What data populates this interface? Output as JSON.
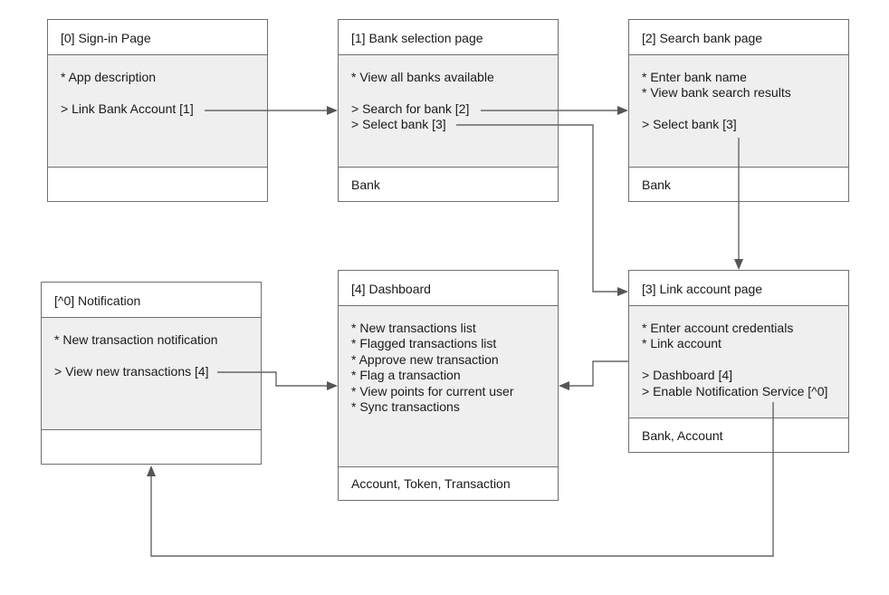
{
  "nodes": {
    "signin": {
      "title": "[0] Sign-in Page",
      "lines": [
        "* App description",
        "",
        "> Link Bank Account [1]"
      ],
      "footer": ""
    },
    "bank_selection": {
      "title": "[1] Bank selection page",
      "lines": [
        "* View all banks available",
        "",
        "> Search for bank [2]",
        "> Select bank [3]"
      ],
      "footer": "Bank"
    },
    "search_bank": {
      "title": "[2] Search bank page",
      "lines": [
        "* Enter bank name",
        "* View bank search results",
        "",
        "> Select bank [3]"
      ],
      "footer": "Bank"
    },
    "notification": {
      "title": "[^0] Notification",
      "lines": [
        "* New transaction notification",
        "",
        "> View new transactions [4]"
      ],
      "footer": ""
    },
    "dashboard": {
      "title": "[4] Dashboard",
      "lines": [
        "* New transactions list",
        "* Flagged transactions list",
        "* Approve new transaction",
        "* Flag a transaction",
        "* View points for current user",
        "* Sync transactions"
      ],
      "footer": "Account, Token, Transaction"
    },
    "link_account": {
      "title": "[3] Link account page",
      "lines": [
        "* Enter account credentials",
        "* Link account",
        "",
        "> Dashboard [4]",
        "> Enable Notification Service [^0]"
      ],
      "footer": "Bank, Account"
    }
  },
  "colors": {
    "border": "#6f6f6f",
    "body_fill": "#efefef",
    "connector": "#666666"
  }
}
